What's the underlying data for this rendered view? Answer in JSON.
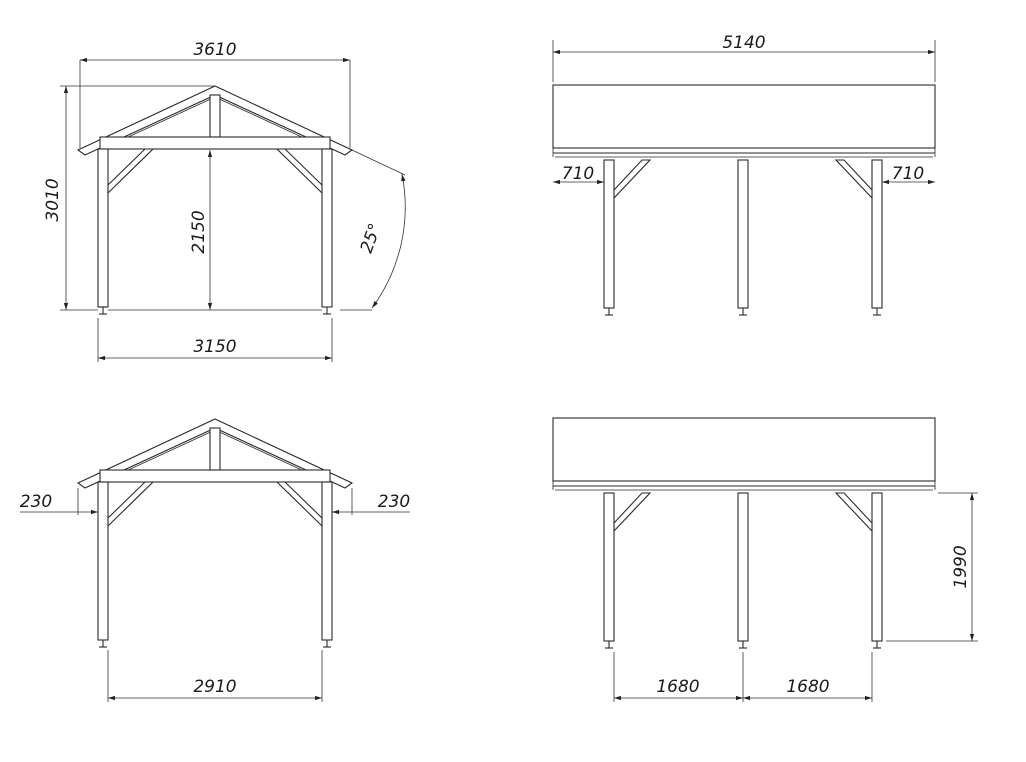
{
  "views": {
    "front_top": {
      "overall_width": "3610",
      "total_height": "3010",
      "clear_height": "2150",
      "post_span": "3150",
      "roof_pitch": "25°"
    },
    "side_top": {
      "overall_length": "5140",
      "overhang_left": "710",
      "overhang_right": "710"
    },
    "front_bottom": {
      "offset_left": "230",
      "offset_right": "230",
      "inner_span": "2910"
    },
    "side_bottom": {
      "post_height": "1990",
      "bay_left": "1680",
      "bay_right": "1680"
    }
  }
}
